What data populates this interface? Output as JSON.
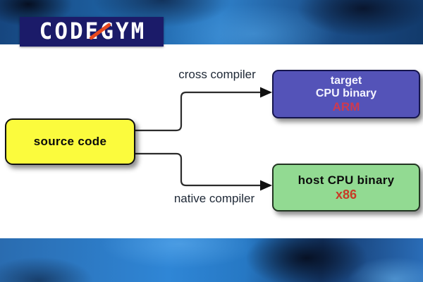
{
  "logo": {
    "text": "CODEGYM"
  },
  "labels": {
    "cross_compiler": "cross compiler",
    "native_compiler": "native compiler"
  },
  "boxes": {
    "source": {
      "label": "source code"
    },
    "target": {
      "line1": "target",
      "line2": "CPU binary",
      "arch": "ARM"
    },
    "host": {
      "label": "host CPU binary",
      "arch": "x86"
    }
  },
  "colors": {
    "source-fill": "#fbfb3d",
    "target-fill": "#5453b8",
    "target-border": "#15154d",
    "host-fill": "#92da92",
    "host-border": "#223522",
    "arm-red": "#cd3a50",
    "x86-red": "#c93a26",
    "logo-bg": "#1b1b69",
    "logo-slash": "#e8491f",
    "line-color": "#2b2b2b",
    "label-color": "#1e2836"
  }
}
